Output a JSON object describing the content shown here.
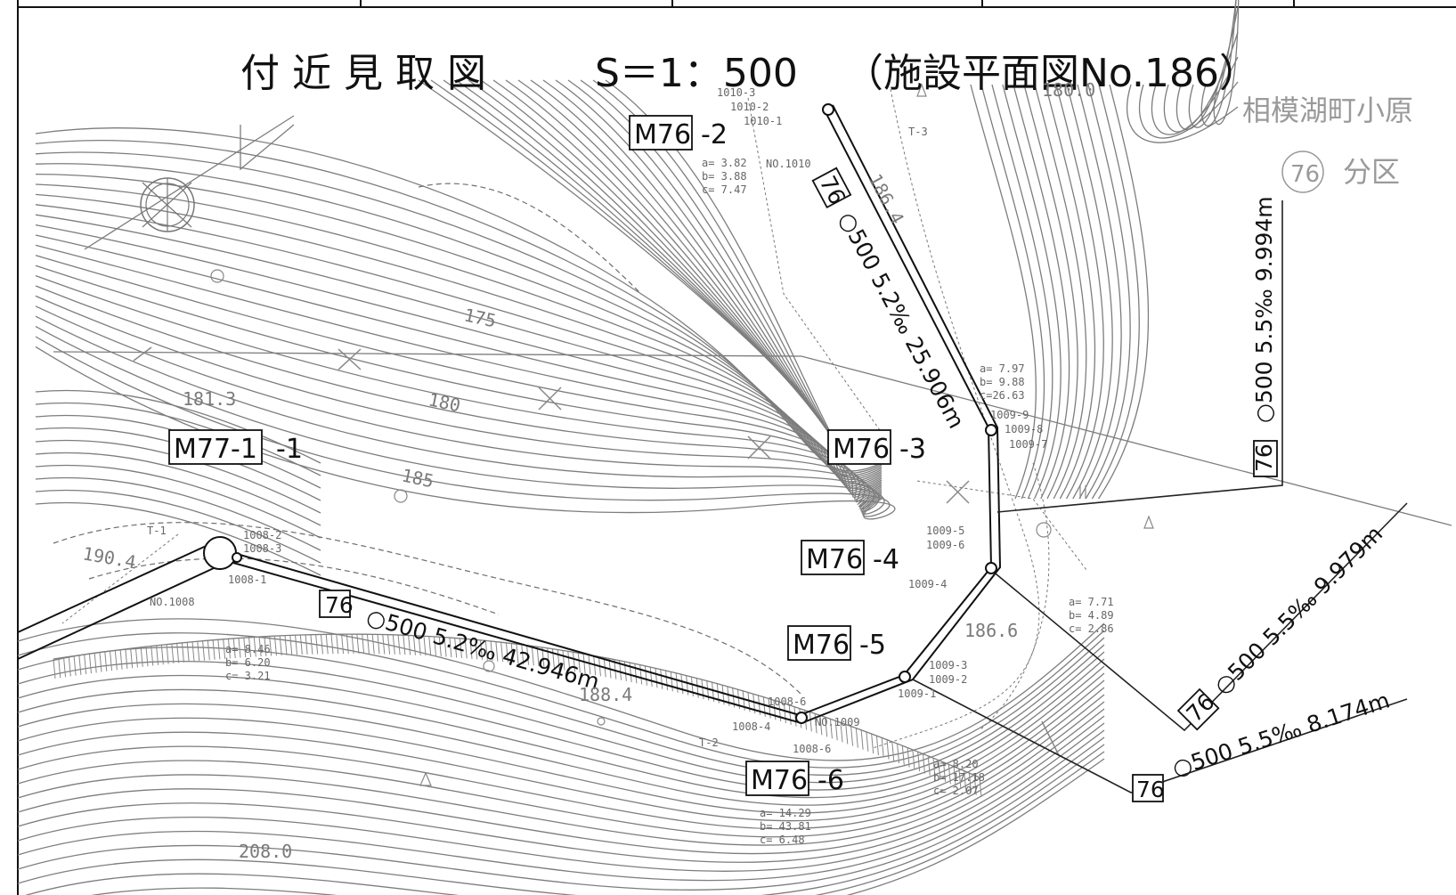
{
  "title": {
    "text": "付 近 見 取 図",
    "scale": "S＝1：500",
    "facility": "（施設平面図No.186）"
  },
  "region": {
    "place": "相模湖町小原",
    "district_number": "76",
    "district_suffix": "分区"
  },
  "manholes": {
    "m77_1_id": "M77-1",
    "m77_1_suffix": "-1",
    "m76_id": "M76",
    "m76_2_suffix": "-2",
    "m76_3_suffix": "-3",
    "m76_4_suffix": "-4",
    "m76_5_suffix": "-5",
    "m76_6_suffix": "-6"
  },
  "pipes": {
    "district_tag": "76",
    "p1_spec": "○500 5.2‰ 42.946m",
    "p2_spec": "○500 5.2‰ 25.906m",
    "p3_spec": "○500 5.5‰ 9.994m",
    "p4_spec": "○500 5.5‰ 9.979m",
    "p5_spec": "○500 5.5‰ 8.174m"
  },
  "elevations": {
    "e1813": "181.3",
    "e180": "180",
    "e175": "175",
    "e185": "185",
    "e1904": "190.4",
    "e1884": "188.4",
    "e2080": "208.0",
    "e1866": "186.6",
    "e1864": "186.4",
    "e1800": "180.0"
  },
  "points": {
    "p1010": "1010-3",
    "p1010_2": "1010-2",
    "p1010_1": "1010-1",
    "no1010": "NO.1010",
    "t3": "T-3",
    "t1": "T-1",
    "t2": "T-2",
    "p1009_9": "1009-9",
    "p1009_8": "1009-8",
    "p1009_7": "1009-7",
    "p1009_5": "1009-5",
    "p1009_6": "1009-6",
    "p1009_4": "1009-4",
    "p1009_3": "1009-3",
    "p1009_2": "1009-2",
    "p1009_1": "1009-1",
    "no1009": "NO.1009",
    "p1008_2": "1008-2",
    "p1008_3": "1008-3",
    "p1008_1": "1008-1",
    "no1008": "NO.1008",
    "p1008_6": "1008-6",
    "p1008_4": "1008-4",
    "p1008_6b": "1008-6"
  },
  "tie_sets": {
    "s1": [
      "a= 3.82",
      "b= 3.88",
      "c= 7.47"
    ],
    "s2": [
      "a= 7.97",
      "b= 9.88",
      "c=26.63"
    ],
    "s3": [
      "a= 8.46",
      "b= 6.20",
      "c= 3.21"
    ],
    "s4": [
      "a= 7.71",
      "b= 4.89",
      "c= 2.86"
    ],
    "s5": [
      "a= 8.20",
      "b= 17.18",
      "c= 2.07"
    ],
    "s6": [
      "a= 14.29",
      "b= 43.81",
      "c= 6.48"
    ]
  }
}
